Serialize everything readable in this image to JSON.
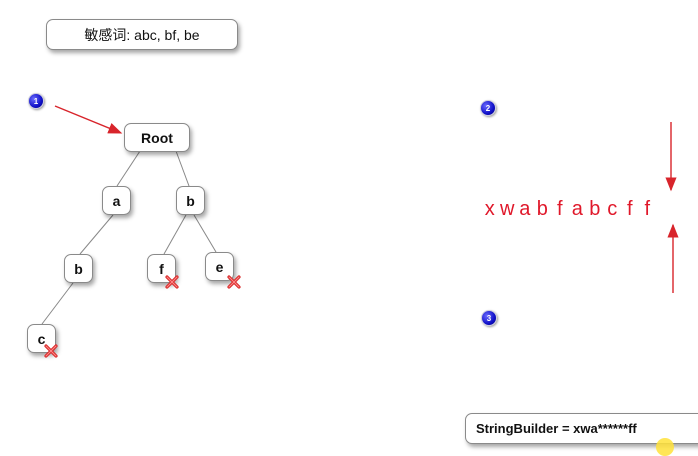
{
  "sensitive_words_label": "敏感词: abc, bf, be",
  "steps": [
    "1",
    "2",
    "3"
  ],
  "tree": {
    "root": "Root",
    "a": "a",
    "b": "b",
    "ab": "b",
    "abc": "c",
    "bf": "f",
    "be": "e"
  },
  "input_chars": [
    "x",
    "w",
    "a",
    "b",
    "f",
    "a",
    "b",
    "c",
    "f",
    "f"
  ],
  "result_label": "StringBuilder = xwa******ff",
  "colors": {
    "accent": "#e0182a",
    "badge": "#1010c8",
    "line": "#888888"
  }
}
